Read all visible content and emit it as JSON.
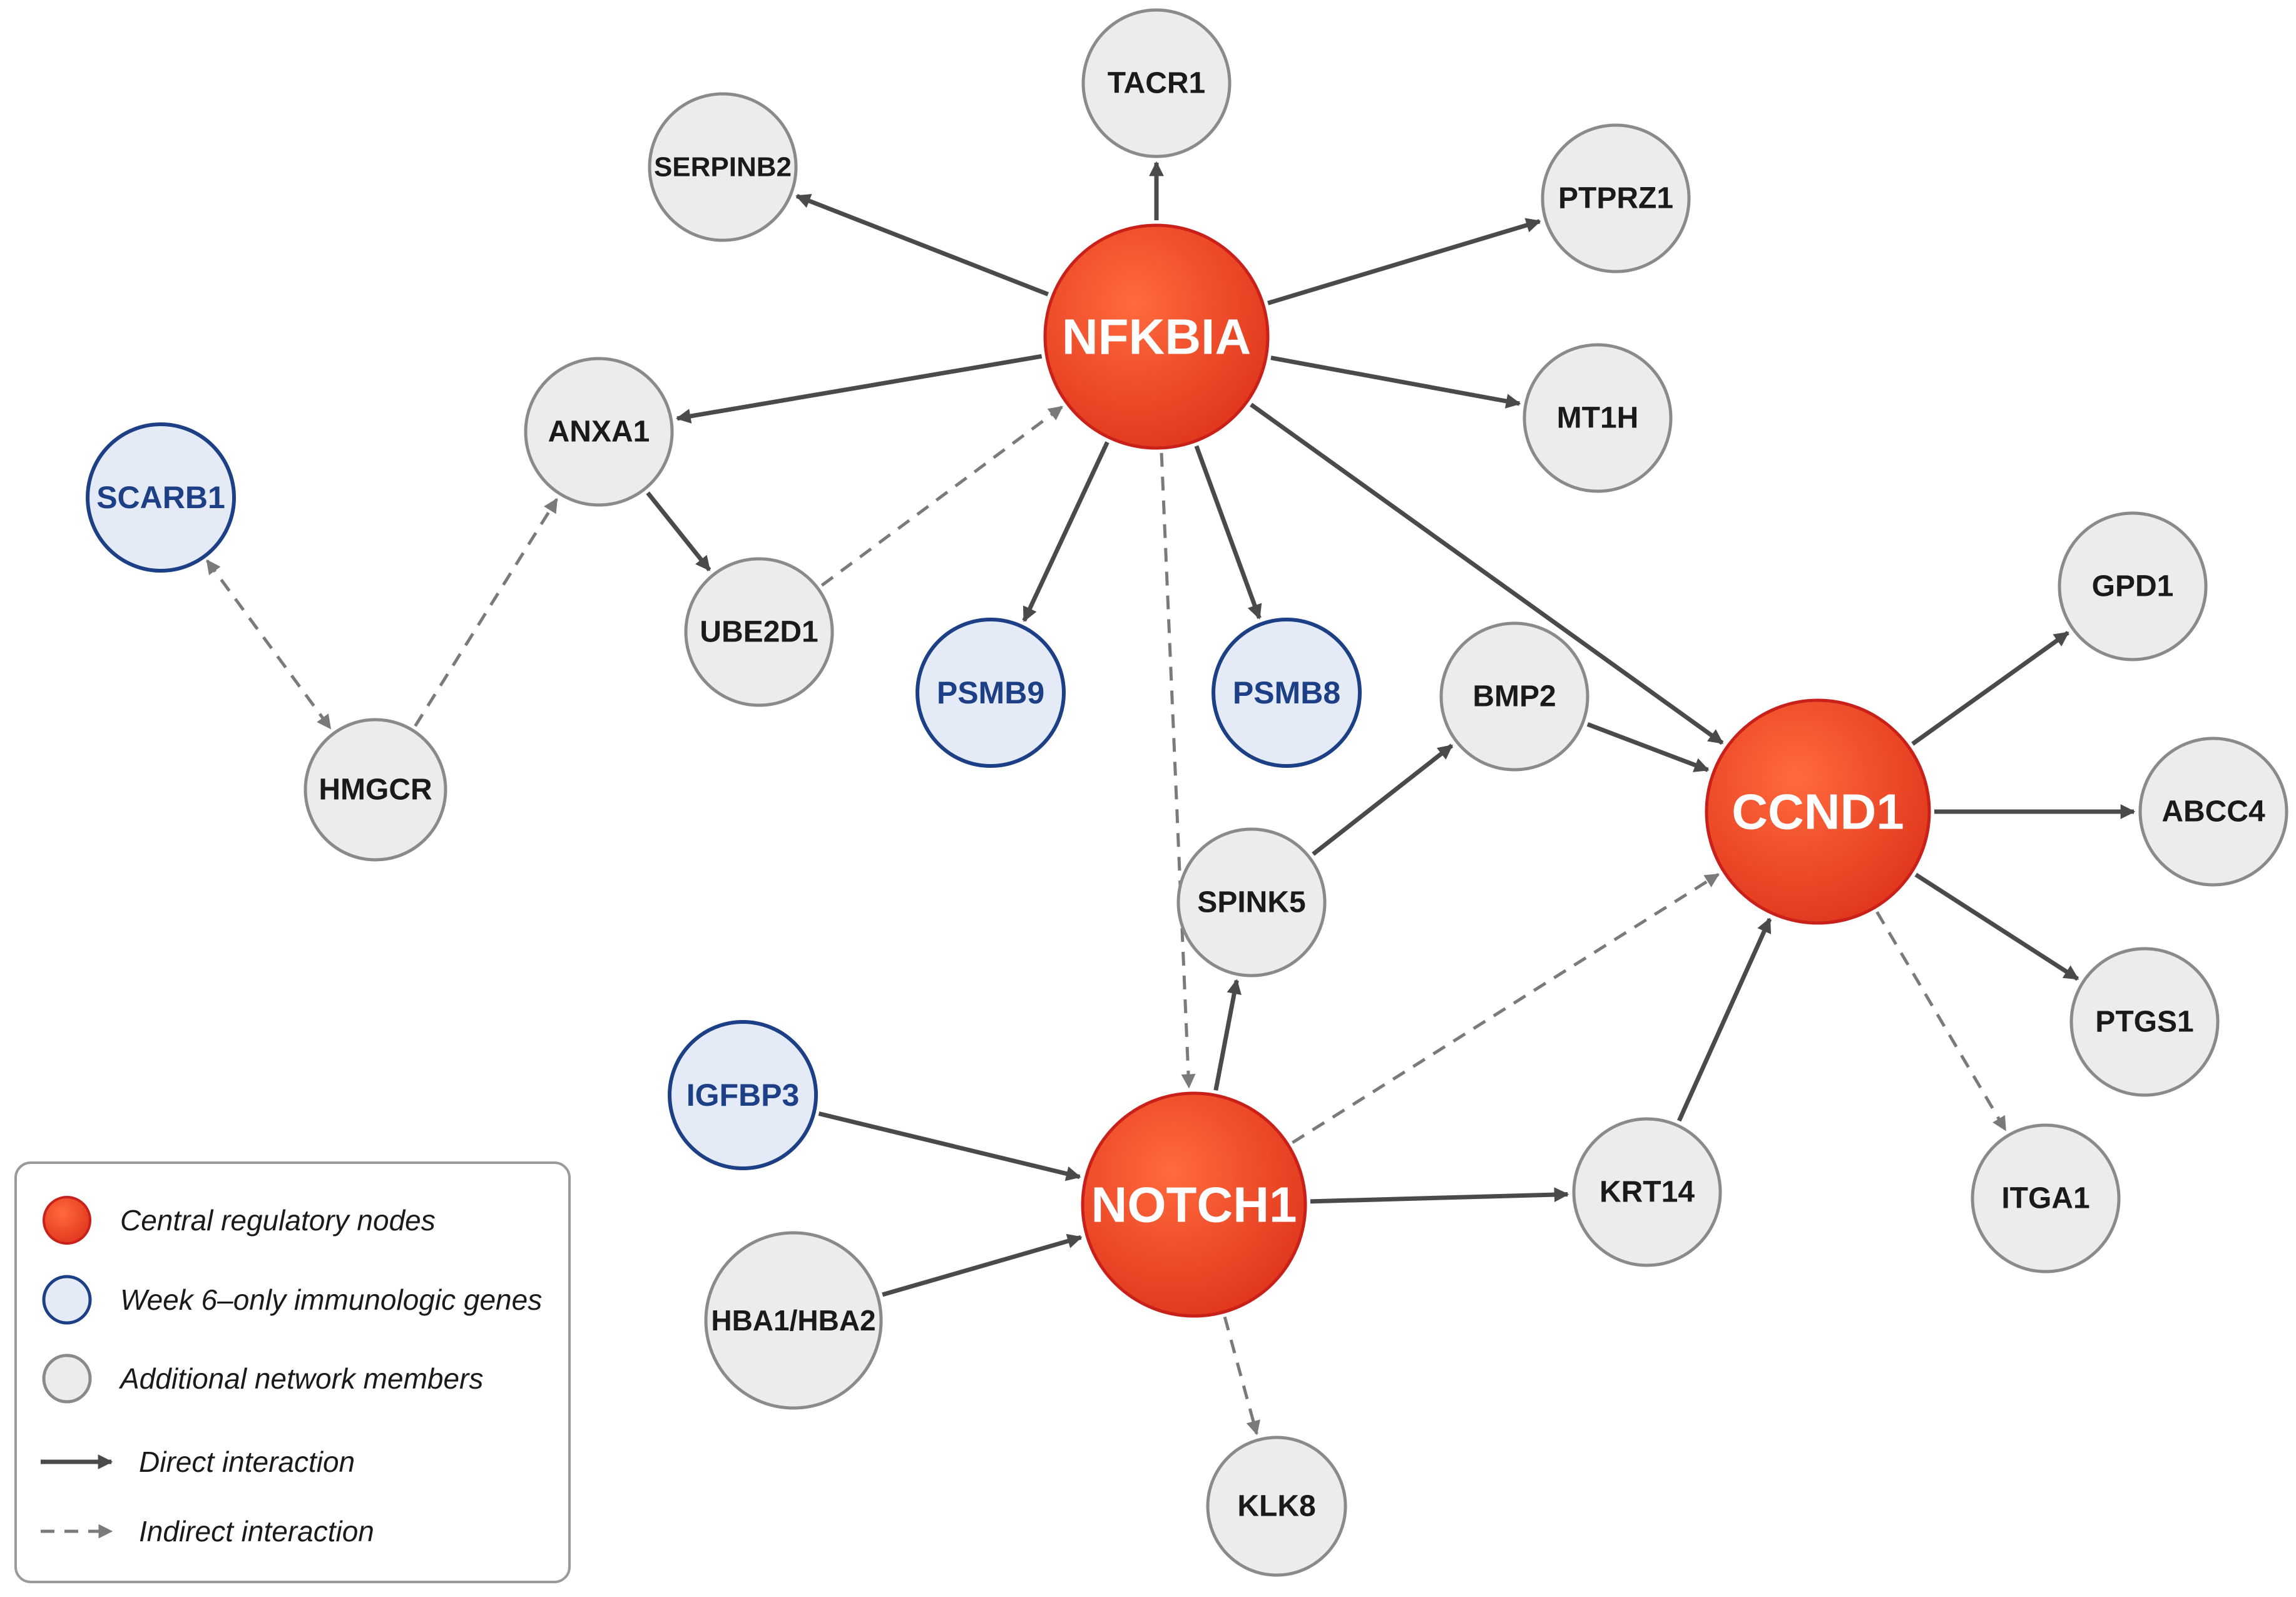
{
  "colors": {
    "central_fill": "#e8401f",
    "central_stroke": "#c9201a",
    "immuno_fill": "#e4ebf7",
    "immuno_stroke": "#1d3f86",
    "immuno_text": "#1d3f86",
    "member_fill": "#ececec",
    "member_stroke": "#8a8a8a",
    "member_text": "#1a1a1a",
    "edge": "#4a4a4a"
  },
  "nodes": [
    {
      "id": "nfkbia",
      "label": "NFKBIA",
      "type": "central"
    },
    {
      "id": "ccnd1",
      "label": "CCND1",
      "type": "central"
    },
    {
      "id": "notch1",
      "label": "NOTCH1",
      "type": "central"
    },
    {
      "id": "scarb1",
      "label": "SCARB1",
      "type": "immuno"
    },
    {
      "id": "psmb9",
      "label": "PSMB9",
      "type": "immuno"
    },
    {
      "id": "psmb8",
      "label": "PSMB8",
      "type": "immuno"
    },
    {
      "id": "igfbp3",
      "label": "IGFBP3",
      "type": "immuno"
    },
    {
      "id": "tacr1",
      "label": "TACR1",
      "type": "member"
    },
    {
      "id": "serpinb2",
      "label": "SERPINB2",
      "type": "member"
    },
    {
      "id": "ptprz1",
      "label": "PTPRZ1",
      "type": "member"
    },
    {
      "id": "mt1h",
      "label": "MT1H",
      "type": "member"
    },
    {
      "id": "anxa1",
      "label": "ANXA1",
      "type": "member"
    },
    {
      "id": "ube2d1",
      "label": "UBE2D1",
      "type": "member"
    },
    {
      "id": "hmgcr",
      "label": "HMGCR",
      "type": "member"
    },
    {
      "id": "bmp2",
      "label": "BMP2",
      "type": "member"
    },
    {
      "id": "spink5",
      "label": "SPINK5",
      "type": "member"
    },
    {
      "id": "gpd1",
      "label": "GPD1",
      "type": "member"
    },
    {
      "id": "abcc4",
      "label": "ABCC4",
      "type": "member"
    },
    {
      "id": "ptgs1",
      "label": "PTGS1",
      "type": "member"
    },
    {
      "id": "itga1",
      "label": "ITGA1",
      "type": "member"
    },
    {
      "id": "krt14",
      "label": "KRT14",
      "type": "member"
    },
    {
      "id": "hba",
      "label": "HBA1/HBA2",
      "type": "member"
    },
    {
      "id": "klk8",
      "label": "KLK8",
      "type": "member"
    }
  ],
  "edges": [
    {
      "from": "nfkbia",
      "to": "tacr1",
      "style": "direct",
      "arrow": "end"
    },
    {
      "from": "nfkbia",
      "to": "serpinb2",
      "style": "direct",
      "arrow": "end"
    },
    {
      "from": "nfkbia",
      "to": "ptprz1",
      "style": "direct",
      "arrow": "end"
    },
    {
      "from": "nfkbia",
      "to": "mt1h",
      "style": "direct",
      "arrow": "end"
    },
    {
      "from": "nfkbia",
      "to": "anxa1",
      "style": "direct",
      "arrow": "end"
    },
    {
      "from": "nfkbia",
      "to": "psmb9",
      "style": "direct",
      "arrow": "end"
    },
    {
      "from": "nfkbia",
      "to": "psmb8",
      "style": "direct",
      "arrow": "end"
    },
    {
      "from": "nfkbia",
      "to": "ccnd1",
      "style": "direct",
      "arrow": "end"
    },
    {
      "from": "nfkbia",
      "to": "notch1",
      "style": "indirect",
      "arrow": "end"
    },
    {
      "from": "ube2d1",
      "to": "nfkbia",
      "style": "indirect",
      "arrow": "end"
    },
    {
      "from": "anxa1",
      "to": "ube2d1",
      "style": "direct",
      "arrow": "end"
    },
    {
      "from": "hmgcr",
      "to": "anxa1",
      "style": "indirect",
      "arrow": "end"
    },
    {
      "from": "scarb1",
      "to": "hmgcr",
      "style": "indirect",
      "arrow": "both"
    },
    {
      "from": "bmp2",
      "to": "ccnd1",
      "style": "direct",
      "arrow": "end"
    },
    {
      "from": "spink5",
      "to": "bmp2",
      "style": "direct",
      "arrow": "end"
    },
    {
      "from": "notch1",
      "to": "spink5",
      "style": "direct",
      "arrow": "end"
    },
    {
      "from": "ccnd1",
      "to": "gpd1",
      "style": "direct",
      "arrow": "end"
    },
    {
      "from": "ccnd1",
      "to": "abcc4",
      "style": "direct",
      "arrow": "end"
    },
    {
      "from": "ccnd1",
      "to": "ptgs1",
      "style": "direct",
      "arrow": "end"
    },
    {
      "from": "ccnd1",
      "to": "itga1",
      "style": "indirect",
      "arrow": "end"
    },
    {
      "from": "krt14",
      "to": "ccnd1",
      "style": "direct",
      "arrow": "end"
    },
    {
      "from": "notch1",
      "to": "krt14",
      "style": "direct",
      "arrow": "end"
    },
    {
      "from": "notch1",
      "to": "ccnd1",
      "style": "indirect",
      "arrow": "end"
    },
    {
      "from": "igfbp3",
      "to": "notch1",
      "style": "direct",
      "arrow": "end"
    },
    {
      "from": "hba",
      "to": "notch1",
      "style": "direct",
      "arrow": "end"
    },
    {
      "from": "notch1",
      "to": "klk8",
      "style": "indirect",
      "arrow": "end"
    }
  ],
  "legend": {
    "central": "Central regulatory nodes",
    "immuno": "Week 6–only immunologic genes",
    "member": "Additional network members",
    "direct": "Direct interaction",
    "indirect": "Indirect interaction"
  }
}
